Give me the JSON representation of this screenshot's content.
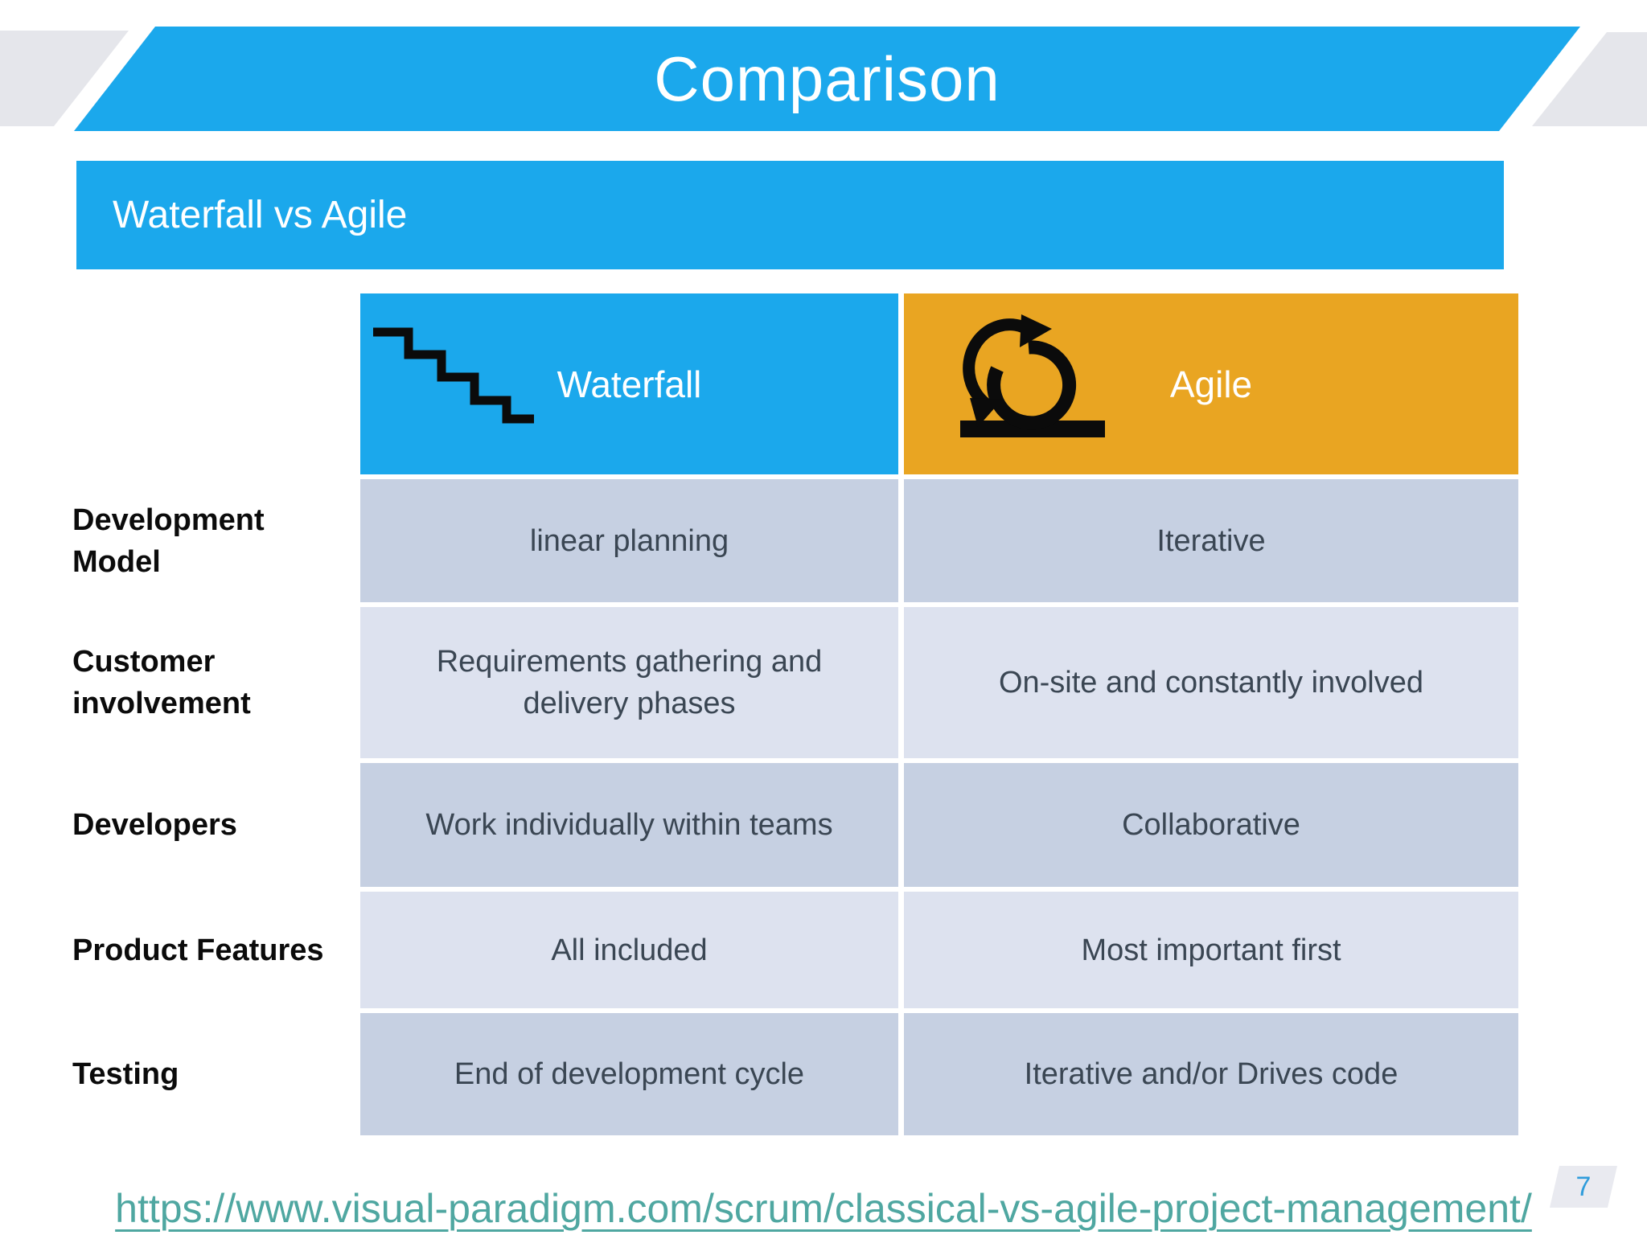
{
  "slide": {
    "title": "Comparison",
    "subtitle": "Waterfall vs Agile",
    "page_number": "7",
    "source_url": "https://www.visual-paradigm.com/scrum/classical-vs-agile-project-management/"
  },
  "table": {
    "columns": [
      {
        "label": "Waterfall",
        "icon": "waterfall-steps-icon",
        "color": "#1BA8EC"
      },
      {
        "label": "Agile",
        "icon": "scrum-sprint-icon",
        "color": "#E9A522"
      }
    ],
    "rows": [
      {
        "label": "Development Model",
        "waterfall": "linear planning",
        "agile": "Iterative"
      },
      {
        "label": "Customer involvement",
        "waterfall": "Requirements gathering and delivery phases",
        "agile": "On-site and constantly involved"
      },
      {
        "label": "Developers",
        "waterfall": "Work individually within teams",
        "agile": "Collaborative"
      },
      {
        "label": "Product Features",
        "waterfall": "All included",
        "agile": "Most important first"
      },
      {
        "label": "Testing",
        "waterfall": "End of development cycle",
        "agile": "Iterative and/or Drives code"
      }
    ]
  },
  "colors": {
    "accent_blue": "#1BA8EC",
    "accent_orange": "#E9A522",
    "row_dark": "#C6D0E2",
    "row_light": "#DDE2EF",
    "cell_text": "#3A4653",
    "link_teal": "#4FA7A1",
    "page_number_blue": "#2F9CDB",
    "decoration_gray": "#E5E6EB"
  }
}
